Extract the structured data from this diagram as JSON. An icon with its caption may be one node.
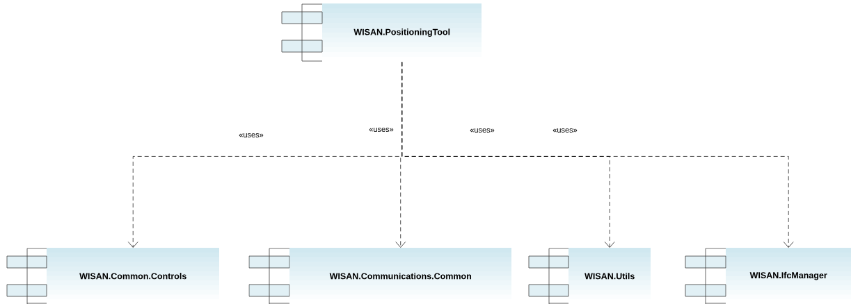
{
  "diagram": {
    "nodes": [
      {
        "text": [
          "WISAN.PositioningTool"
        ]
      },
      {
        "text": [
          "WISAN.Common.Controls"
        ]
      },
      {
        "text": [
          "WISAN.Communications.Common"
        ]
      },
      {
        "text": [
          "WISAN.Utils"
        ]
      },
      {
        "text": [
          "WISAN.IfcManager"
        ]
      }
    ],
    "edges": [
      {
        "from": 0,
        "to": 1,
        "arrow": "to",
        "label": "«uses»",
        "style": "dashed"
      },
      {
        "from": 0,
        "to": 2,
        "arrow": "to",
        "label": "«uses»",
        "style": "dashed"
      },
      {
        "from": 0,
        "to": 3,
        "arrow": "to",
        "label": "«uses»",
        "style": "dashed"
      },
      {
        "from": 0,
        "to": 4,
        "arrow": "to",
        "label": "«uses»",
        "style": "dashed"
      }
    ]
  }
}
